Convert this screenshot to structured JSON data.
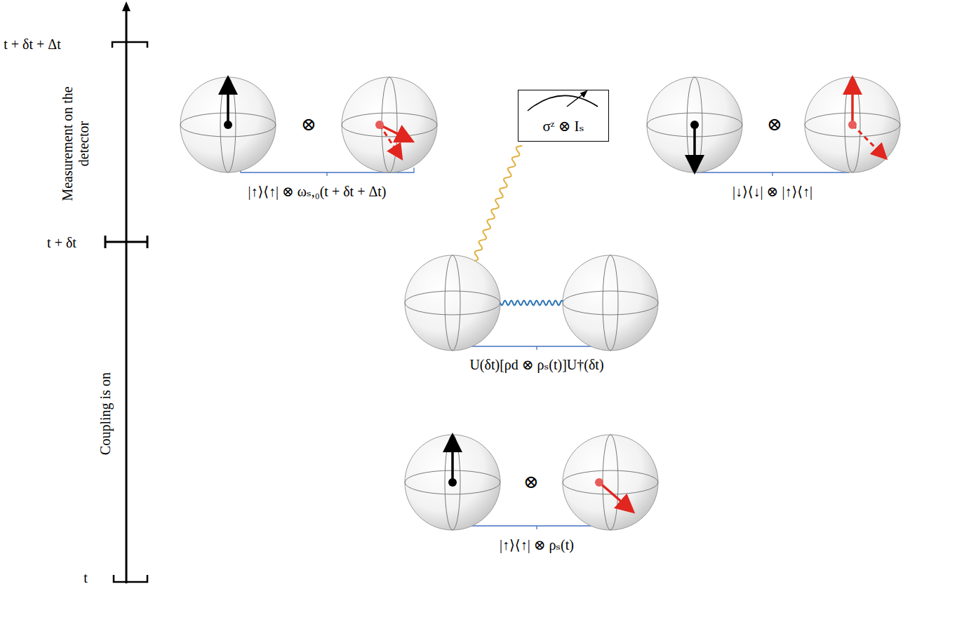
{
  "diagram": {
    "nodes": [
      {
        "text": [
          "σᶻ ⊗ Iₛ"
        ]
      }
    ],
    "labels": [
      "t + δt + Δt",
      "Measurement on the detector",
      "t + δt",
      "Coupling is on",
      "t",
      "⊗",
      "⊗",
      "|↑⟩⟨↑| ⊗ ωₛ,₀(t + δt + Δt)",
      "|↓⟩⟨↓| ⊗ |↑⟩⟨↑|",
      "U(δt)[ρd ⊗ ρₛ(t)]U†(δt)",
      "⊗",
      "|↑⟩⟨↑| ⊗ ρₛ(t)"
    ]
  }
}
